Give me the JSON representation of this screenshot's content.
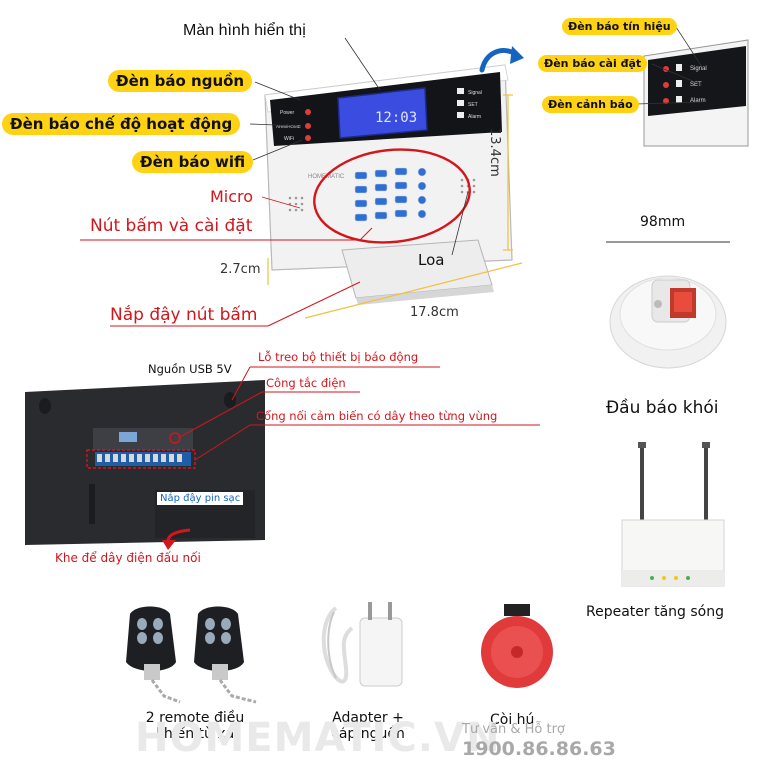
{
  "top_panel": {
    "display_label": "Màn hình hiển thị",
    "power_led_label": "Đèn báo nguồn",
    "mode_led_label": "Đèn báo chế độ hoạt động",
    "wifi_led_label": "Đèn báo wifi",
    "micro_label": "Micro",
    "keypad_label": "Nút bấm và cài đặt",
    "speaker_label": "Loa",
    "cover_label": "Nắp đậy nút bấm",
    "depth_label": "2.7cm",
    "width_label": "17.8cm",
    "height_label": "13.4cm",
    "panel_buttons": [
      "Power",
      "ARM/HOME",
      "WiFi"
    ],
    "panel_indicators": [
      "Signal",
      "SET",
      "Alarm"
    ],
    "lcd_text": "12:03"
  },
  "zoom_panel": {
    "signal_label": "Đèn báo tín hiệu",
    "set_label": "Đèn báo cài đặt",
    "alarm_label": "Đèn cảnh báo",
    "indicators": [
      "Signal",
      "SET",
      "Alarm"
    ]
  },
  "back_panel": {
    "usb_label": "Nguồn USB 5V",
    "hang_hole_label": "Lỗ treo bộ thiết bị báo động",
    "switch_label": "Công tắc điện",
    "zone_port_label": "Cổng nối cảm biến có dây theo từng vùng",
    "battery_cover_label": "Nắp đậy pin sạc",
    "wire_slot_label": "Khe để dây điện đấu nối"
  },
  "accessories": {
    "smoke_width": "98mm",
    "smoke_label": "Đầu báo khói",
    "repeater_label": "Repeater tăng sóng",
    "remote_label_line1": "2 remote điều",
    "remote_label_line2": "khiển từ xa",
    "adapter_label_line1": "Adapter +",
    "adapter_label_line2": "cáp nguồn",
    "siren_label": "Còi hú"
  },
  "footer": {
    "brand": "HOMEMATIC.VN",
    "support_text": "Tư vấn & Hỗ trợ",
    "phone": "1900.86.86.63"
  },
  "colors": {
    "callout_yellow": "#ffd313",
    "accent_red": "#d3161c",
    "blue_arrow": "#1565c0",
    "lcd_blue": "#3a4de0"
  }
}
